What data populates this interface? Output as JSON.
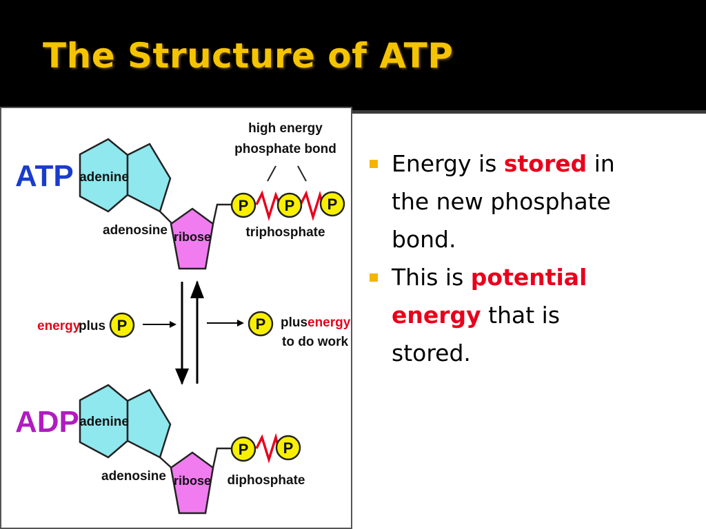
{
  "slide": {
    "title": "The Structure of ATP"
  },
  "diagram": {
    "atp_label": "ATP",
    "adp_label": "ADP",
    "adenine": "adenine",
    "adenosine": "adenosine",
    "ribose": "ribose",
    "phosphate": "P",
    "high_energy_line1": "high energy",
    "high_energy_line2": "phosphate bond",
    "triphosphate": "triphosphate",
    "diphosphate": "diphosphate",
    "energy": "energy",
    "plus": "plus",
    "to_do_work": "to do work",
    "colors": {
      "atp_label": "#1a3ccc",
      "adp_label": "#b01cc0",
      "adenine_fill": "#8ee8ee",
      "ribose_fill": "#f07cf0",
      "phosphate_fill": "#f8f000",
      "energy_text": "#e8001c",
      "bond": "#e8001c"
    }
  },
  "bullets": [
    {
      "pre": "Energy is ",
      "highlight": "stored",
      "post": " in the new phosphate bond."
    },
    {
      "pre": "This is ",
      "highlight": "potential energy",
      "post": " that is stored."
    }
  ],
  "theme": {
    "title_color": "#f5c400",
    "highlight_color": "#e8001c",
    "bullet_color": "#f5b400"
  }
}
